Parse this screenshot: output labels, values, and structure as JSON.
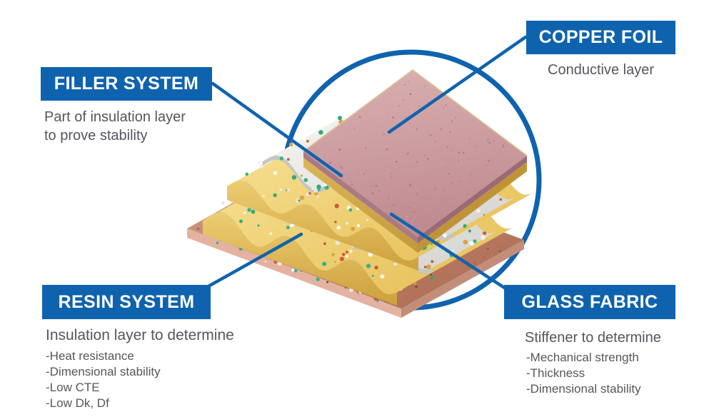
{
  "colors": {
    "accent": "#0f63ae",
    "text": "#54565f",
    "background": "#ffffff",
    "copper_foil": "#c99298",
    "resin_yellow": "#eccb66",
    "glass_fabric_white": "#e9e8e4",
    "particle_green": "#2ea87b",
    "particle_red": "#cf5a36"
  },
  "callouts": {
    "filler": {
      "title": "FILLER SYSTEM",
      "description_lines": [
        "Part of insulation layer",
        "to prove stability"
      ]
    },
    "copper": {
      "title": "COPPER FOIL",
      "description": "Conductive layer"
    },
    "resin": {
      "title": "RESIN SYSTEM",
      "description": "Insulation layer to determine",
      "items": [
        "-Heat resistance",
        "-Dimensional stability",
        "-Low CTE",
        "-Low Dk, Df"
      ]
    },
    "glass": {
      "title": "GLASS FABRIC",
      "description": "Stiffener to determine",
      "items": [
        "-Mechanical strength",
        "-Thickness",
        "-Dimensional stability"
      ]
    }
  }
}
